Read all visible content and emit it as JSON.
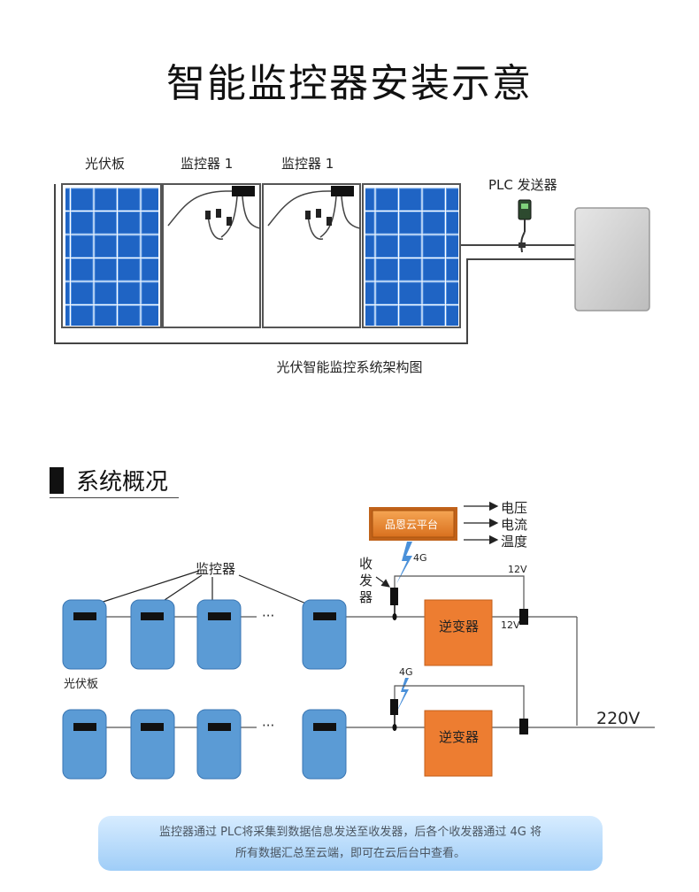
{
  "title": "智能监控器安装示意",
  "top_diagram": {
    "label_panel": "光伏板",
    "label_monitor_1": "监控器 1",
    "label_monitor_2": "监控器 1",
    "label_plc": "PLC 发送器",
    "caption": "光伏智能监控系统架构图"
  },
  "section": {
    "heading": "系统概况"
  },
  "system_diagram": {
    "cloud_platform": "品恩云平台",
    "outputs": [
      "电压",
      "电流",
      "温度"
    ],
    "signal_4g_top": "4G",
    "signal_4g_bottom": "4G",
    "receiver_label_1": "收",
    "receiver_label_2": "发",
    "receiver_label_3": "器",
    "monitor_label": "监控器",
    "panel_label": "光伏板",
    "ellipsis_top": "···",
    "ellipsis_bottom": "···",
    "inverter_top": "逆变器",
    "inverter_bottom": "逆变器",
    "voltage_12v_a": "12V",
    "voltage_12v_b": "12V",
    "voltage_220v": "220V"
  },
  "summary": {
    "line1": "监控器通过 PLC将采集到数据信息发送至收发器，后各个收发器通过 4G 将",
    "line2": "所有数据汇总至云端，即可在云后台中查看。"
  },
  "colors": {
    "panel_blue": "#1d5fb8",
    "module_blue": "#5b9bd5",
    "inverter_orange": "#ed7d31",
    "platform_orange": "#ee8a2e",
    "summary_bg": "#a9d3f8"
  }
}
